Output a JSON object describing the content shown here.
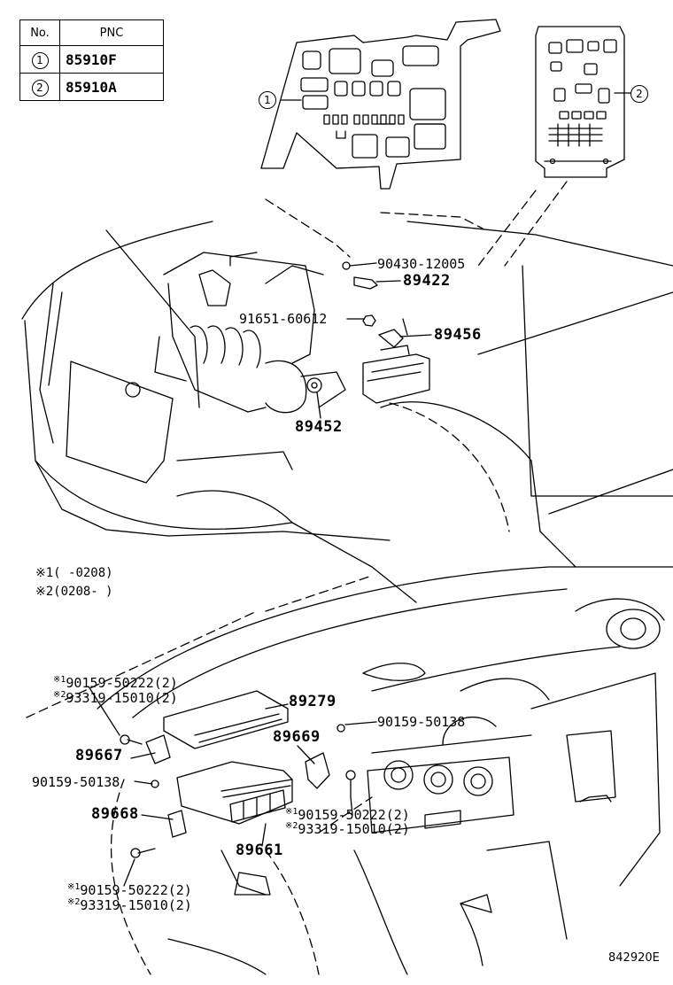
{
  "table": {
    "header_no": "No.",
    "header_pnc": "PNC",
    "rows": [
      {
        "no": "1",
        "pnc": "85910F"
      },
      {
        "no": "2",
        "pnc": "85910A"
      }
    ]
  },
  "callouts": {
    "c1": "1",
    "c2": "2"
  },
  "parts": {
    "p90430": "90430-12005",
    "p89422": "89422",
    "p91651": "91651-60612",
    "p89456": "89456",
    "p89452": "89452",
    "p89279": "89279",
    "p89669": "89669",
    "p90159_right": "90159-50138",
    "p89667": "89667",
    "p90159_left": "90159-50138",
    "p89668": "89668",
    "p89661": "89661",
    "upper_left_a": "90159-50222(2)",
    "upper_left_b": "93319-15010(2)",
    "mid_right_a": "90159-50222(2)",
    "mid_right_b": "93319-15010(2)",
    "lower_left_a": "90159-50222(2)",
    "lower_left_b": "93319-15010(2)"
  },
  "marks": {
    "m1": "※1",
    "m2": "※2",
    "s1": "1",
    "s2": "2",
    "star": "※"
  },
  "notes": {
    "n1": "※1(     -0208)",
    "n2": "※2(0208-     )"
  },
  "diagram_code": "842920E"
}
